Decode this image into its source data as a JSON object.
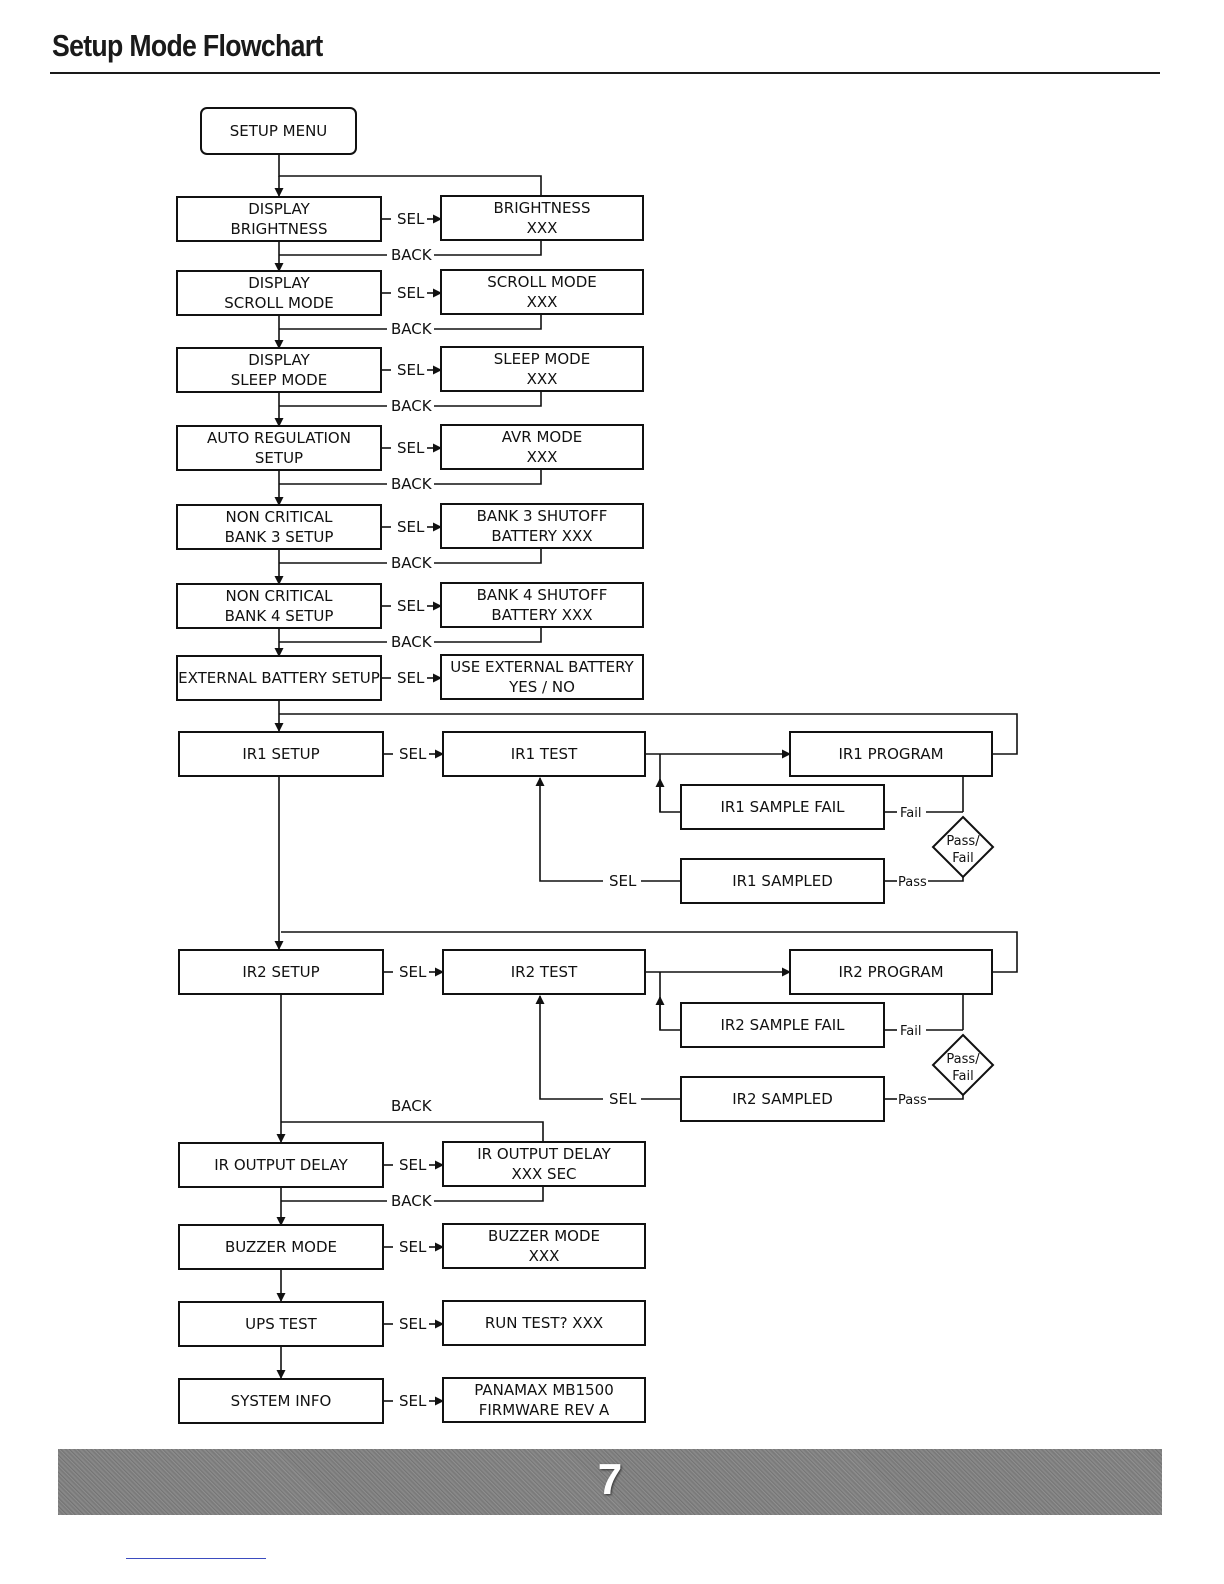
{
  "page": {
    "title": "Setup Mode Flowchart",
    "page_number": "7"
  },
  "flowchart": {
    "start": "SETUP MENU",
    "labels": {
      "sel": "SEL",
      "back": "BACK",
      "fail": "Fail",
      "pass": "Pass",
      "decision": [
        "Pass/",
        "Fail"
      ]
    },
    "menu_items": [
      [
        "DISPLAY",
        "BRIGHTNESS"
      ],
      [
        "DISPLAY",
        "SCROLL MODE"
      ],
      [
        "DISPLAY",
        "SLEEP MODE"
      ],
      [
        "AUTO REGULATION",
        "SETUP"
      ],
      [
        "NON CRITICAL",
        "BANK 3 SETUP"
      ],
      [
        "NON CRITICAL",
        "BANK 4 SETUP"
      ],
      [
        "EXTERNAL BATTERY SETUP"
      ],
      [
        "IR1 SETUP"
      ],
      [
        "IR2 SETUP"
      ],
      [
        "IR OUTPUT DELAY"
      ],
      [
        "BUZZER MODE"
      ],
      [
        "UPS TEST"
      ],
      [
        "SYSTEM INFO"
      ]
    ],
    "values": [
      [
        "BRIGHTNESS",
        "XXX"
      ],
      [
        "SCROLL MODE",
        "XXX"
      ],
      [
        "SLEEP MODE",
        "XXX"
      ],
      [
        "AVR MODE",
        "XXX"
      ],
      [
        "BANK 3 SHUTOFF",
        "BATTERY XXX"
      ],
      [
        "BANK 4 SHUTOFF",
        "BATTERY XXX"
      ],
      [
        "USE EXTERNAL BATTERY",
        "YES / NO"
      ],
      [
        "IR1 TEST"
      ],
      [
        "IR2 TEST"
      ],
      [
        "IR OUTPUT DELAY",
        "XXX SEC"
      ],
      [
        "BUZZER MODE",
        "XXX"
      ],
      [
        "RUN TEST? XXX"
      ],
      [
        "PANAMAX MB1500",
        "FIRMWARE REV A"
      ]
    ],
    "ir_blocks": [
      {
        "program": "IR1 PROGRAM",
        "sample_fail": "IR1 SAMPLE FAIL",
        "sampled": "IR1 SAMPLED"
      },
      {
        "program": "IR2 PROGRAM",
        "sample_fail": "IR2 SAMPLE FAIL",
        "sampled": "IR2 SAMPLED"
      }
    ]
  }
}
